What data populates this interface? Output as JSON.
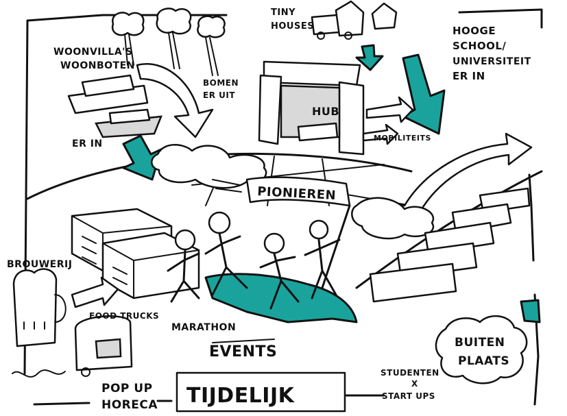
{
  "labels": {
    "woonvillas_line1": "WOONVILLA'S",
    "woonvillas_line2": "WOONBOTEN",
    "bomen_line1": "BOMEN",
    "bomen_line2": "ER UIT",
    "tiny_line1": "TINY",
    "tiny_line2": "HOUSES",
    "hoge_line1": "HOOGE",
    "hoge_line2": "SCHOOL/",
    "hoge_line3": "UNIVERSITEIT",
    "hoge_line4": "ER IN",
    "hub": "HUB",
    "mobiliteits": "MOBILITEITS",
    "er_in": "ER IN",
    "pionieren": "PIONIEREN",
    "brouwerij": "BROUWERIJ",
    "food_trucks": "FOOD TRUCKS",
    "marathon": "MARATHON",
    "events": "EVENTS",
    "pop_up_line1": "POP UP",
    "pop_up_line2": "HORECA",
    "tijdelijk": "TIJDELIJK",
    "studenten_line1": "STUDENTEN",
    "studenten_x": "X",
    "studenten_line3": "START UPS",
    "buiten_line1": "BUITEN",
    "buiten_line2": "PLAATS"
  },
  "colors": {
    "accent_teal": "#1aa39c",
    "ink": "#111111",
    "shade": "#d9d9d9"
  }
}
